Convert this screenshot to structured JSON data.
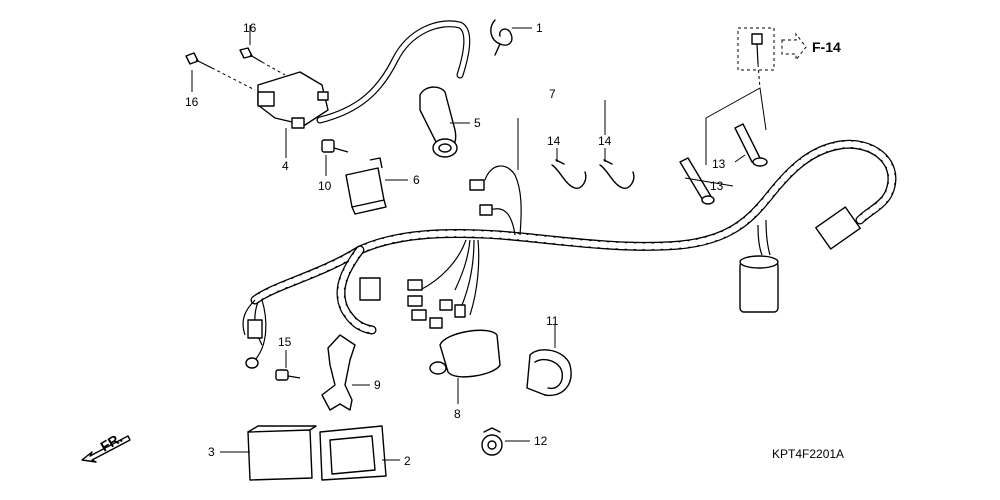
{
  "diagram": {
    "ref_arrow_label": "F-14",
    "front_label": "FR.",
    "catalog_code": "KPT4F2201A",
    "callouts": {
      "n1": "1",
      "n2": "2",
      "n3": "3",
      "n4": "4",
      "n5": "5",
      "n6": "6",
      "n7": "7",
      "n8": "8",
      "n9": "9",
      "n10": "10",
      "n11": "11",
      "n12": "12",
      "n13a": "13",
      "n13b": "13",
      "n14a": "14",
      "n14b": "14",
      "n15": "15",
      "n16a": "16",
      "n16b": "16"
    }
  }
}
